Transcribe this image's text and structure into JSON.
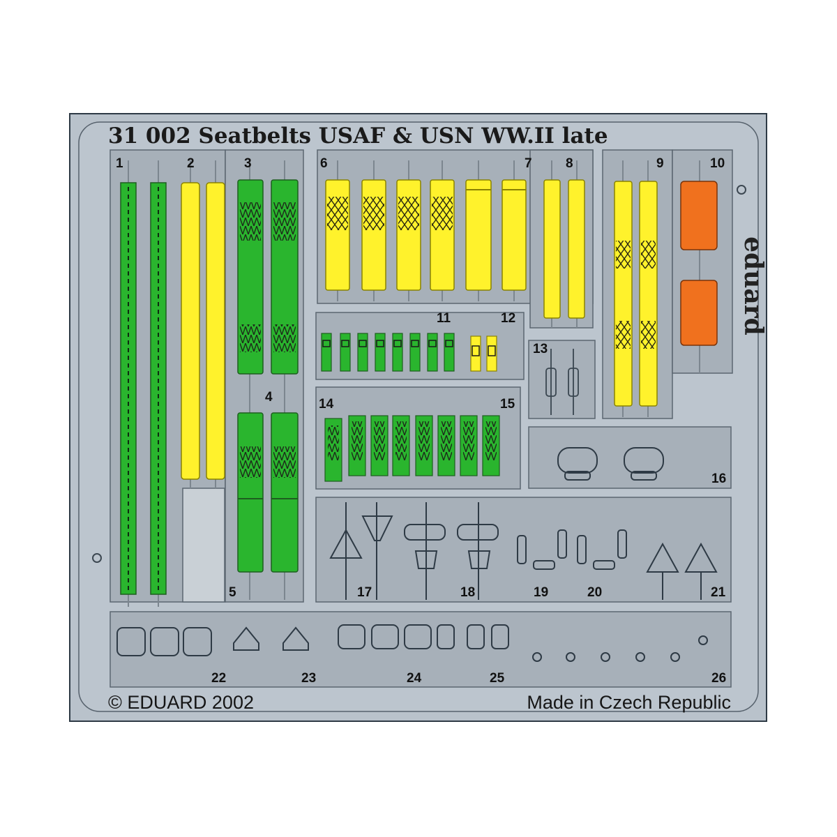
{
  "fret": {
    "title": "31 002  Seatbelts USAF & USN WW.II late",
    "copyright": "© EDUARD 2002",
    "made_in": "Made in Czech Republic",
    "brand": "eduard",
    "part_numbers": [
      "1",
      "2",
      "3",
      "4",
      "5",
      "6",
      "7",
      "8",
      "9",
      "10",
      "11",
      "12",
      "13",
      "14",
      "15",
      "16",
      "17",
      "18",
      "19",
      "20",
      "21",
      "22",
      "23",
      "24",
      "25",
      "26"
    ]
  },
  "colors": {
    "fret_metal": "#b9c2cb",
    "panel_cutout": "#a7b0b9",
    "green_belt": "#2ab52e",
    "yellow_belt": "#fff22c",
    "orange_pad": "#f0711e",
    "outline": "#4d5862"
  }
}
